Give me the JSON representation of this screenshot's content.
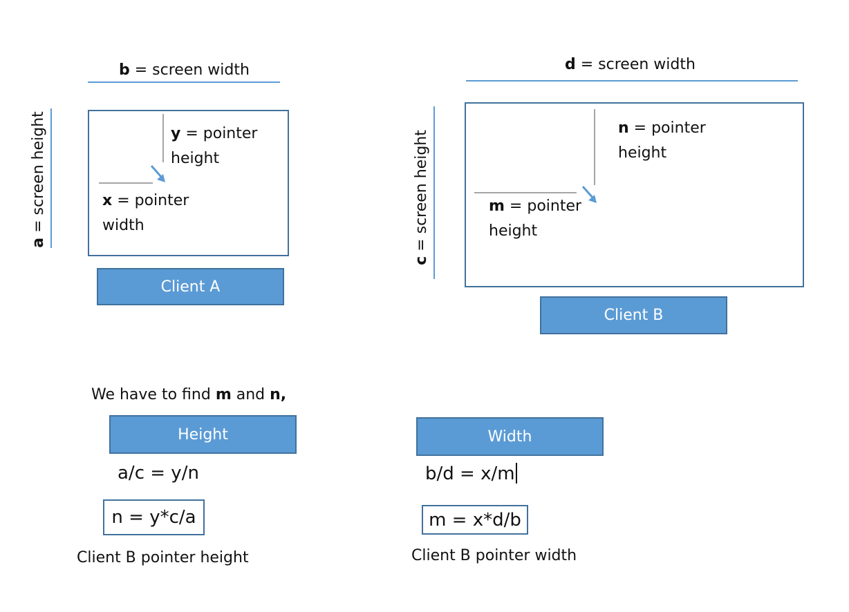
{
  "client_a": {
    "width_label": {
      "var": "b",
      "text": " = screen width"
    },
    "height_label": {
      "var": "a",
      "text": " = screen height"
    },
    "pointer_y": {
      "var": "y",
      "text": " = pointer",
      "text2": "height"
    },
    "pointer_x": {
      "var": "x",
      "text": " = pointer",
      "text2": "width"
    },
    "name": "Client A"
  },
  "client_b": {
    "width_label": {
      "var": "d",
      "text": " = screen width"
    },
    "height_label": {
      "var": "c",
      "text": " = screen height"
    },
    "pointer_n": {
      "var": "n",
      "text": " = pointer",
      "text2": "height"
    },
    "pointer_m": {
      "var": "m",
      "text": " = pointer",
      "text2": "height"
    },
    "name": "Client B"
  },
  "goal": {
    "prefix": "We have to find ",
    "m": "m",
    "and": " and ",
    "n": "n,"
  },
  "height_section": {
    "label": "Height",
    "equation": "a/c = y/n",
    "result": "n = y*c/a",
    "caption": "Client B pointer height"
  },
  "width_section": {
    "label": "Width",
    "equation": "b/d = x/m",
    "result": "m = x*d/b",
    "caption": "Client B pointer width"
  },
  "colors": {
    "accent": "#5b9bd5",
    "border": "#41719c",
    "pointer_line": "#a5a5a5",
    "arrow": "#5b9bd5"
  }
}
